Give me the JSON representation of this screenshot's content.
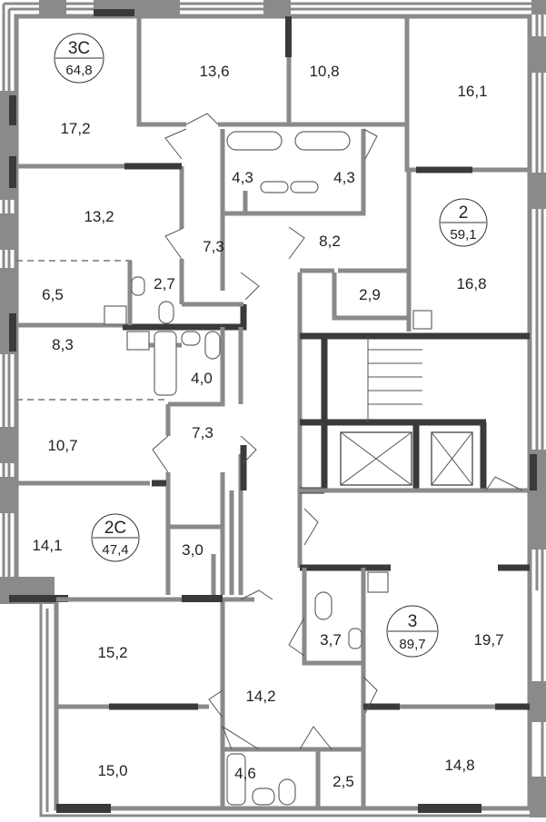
{
  "apartments": [
    {
      "type": "3С",
      "area": "64,8"
    },
    {
      "type": "2",
      "area": "59,1"
    },
    {
      "type": "2С",
      "area": "47,4"
    },
    {
      "type": "3",
      "area": "89,7"
    }
  ],
  "rooms": [
    "17,2",
    "13,6",
    "10,8",
    "16,1",
    "4,3",
    "4,3",
    "13,2",
    "7,3",
    "8,2",
    "6,5",
    "2,7",
    "2,9",
    "16,8",
    "8,3",
    "4,0",
    "10,7",
    "7,3",
    "14,1",
    "3,0",
    "3,7",
    "19,7",
    "15,2",
    "14,2",
    "15,0",
    "4,6",
    "2,5",
    "14,8"
  ]
}
